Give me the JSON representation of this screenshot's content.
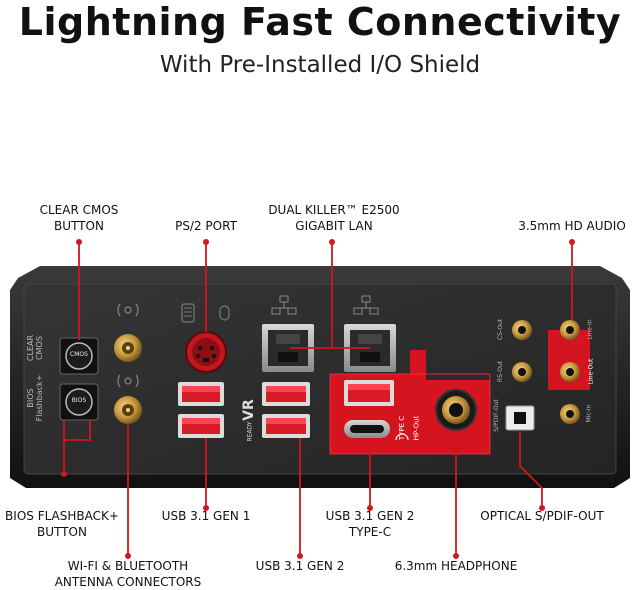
{
  "header": {
    "title": "Lightning Fast Connectivity",
    "subtitle": "With Pre-Installed I/O Shield"
  },
  "callouts": {
    "clear_cmos": "CLEAR CMOS\nBUTTON",
    "ps2": "PS/2 PORT",
    "lan": "DUAL KILLER™ E2500\nGIGABIT LAN",
    "audio": "3.5mm HD AUDIO",
    "bios": "BIOS FLASHBACK+\nBUTTON",
    "usb31g1": "USB 3.1 GEN 1",
    "usbc": "USB 3.1 GEN 2\nTYPE-C",
    "optical": "OPTICAL S/PDIF-OUT",
    "antenna": "WI-FI & BLUETOOTH\nANTENNA CONNECTORS",
    "usb31g2": "USB 3.1 GEN 2",
    "headphone": "6.3mm HEADPHONE"
  },
  "panel_labels": {
    "clear": "CLEAR\nCMOS",
    "bios": "BIOS\nFlashback+",
    "cmos_btn": "CMOS",
    "bios_btn": "BIOS",
    "vr": "VR",
    "ready": "READY",
    "typec": "TYPE C",
    "hpout": "HP-Out",
    "cs_out": "CS-Out",
    "rs_out": "RS-Out",
    "spdif": "S/PDIF-Out",
    "line_in": "Line-In",
    "line_out": "Line-Out",
    "mic_in": "Mic-In"
  },
  "colors": {
    "accent": "#e0101e",
    "panel": "#2b2b2b",
    "frame": "#141414"
  }
}
